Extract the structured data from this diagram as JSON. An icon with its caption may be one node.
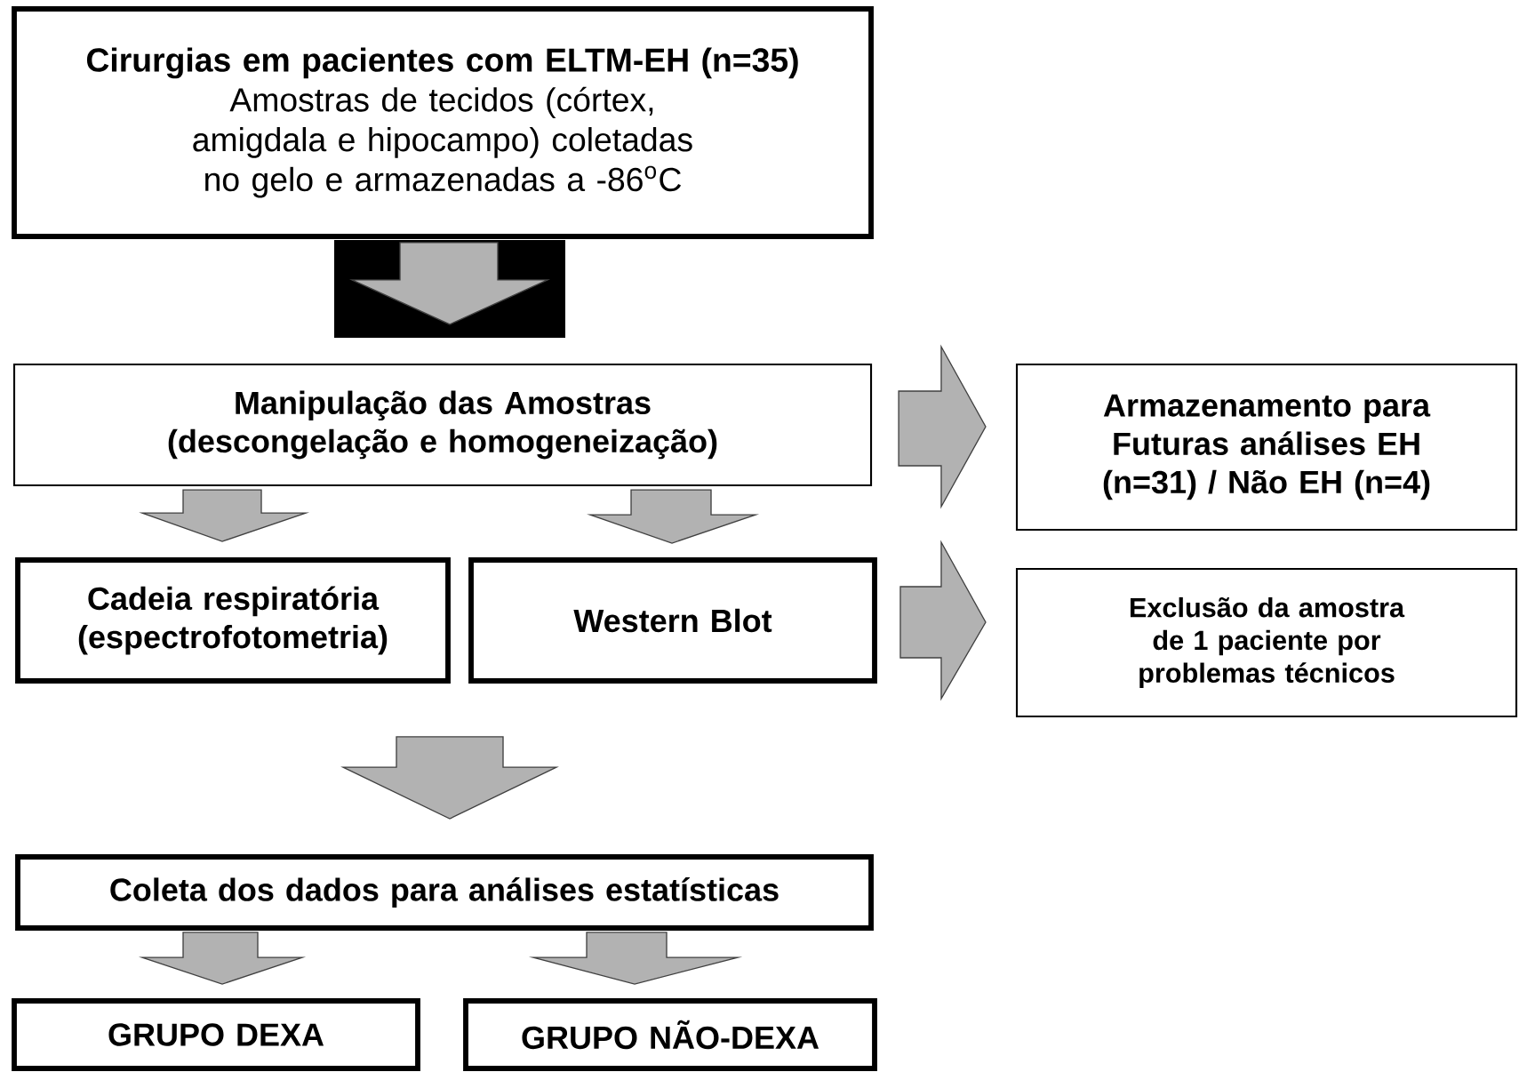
{
  "diagram": {
    "nodes": [
      {
        "text": [
          "Cirurgias em pacientes com ELTM-EH (n=35)",
          "Amostras de tecidos (córtex, amigdala e hipocampo) coletadas no gelo e armazenadas a -86$^{o}$C"
        ]
      },
      {
        "text": [
          "Manipulação das Amostras (descongelação e homogeneização)"
        ]
      },
      {
        "text": [
          "Armazenamento para Futuras análises EH (n=31) / Não EH (n=4)"
        ]
      },
      {
        "text": [
          "Cadeia respiratória (espectrofotometria)"
        ]
      },
      {
        "text": [
          "Western Blot"
        ]
      },
      {
        "text": [
          "Exclusão da amostra de 1 paciente por problemas técnicos"
        ]
      },
      {
        "text": [
          "Coleta dos dados para análises  estatísticas"
        ]
      },
      {
        "text": [
          "GRUPO DEXA"
        ]
      },
      {
        "text": [
          "GRUPO NÃO-DEXA"
        ]
      }
    ],
    "edges": [
      {
        "from": 0,
        "to": 1,
        "arrow": "to"
      },
      {
        "from": 1,
        "to": 2,
        "arrow": "to"
      },
      {
        "from": 1,
        "to": 3,
        "arrow": "to"
      },
      {
        "from": 1,
        "to": 4,
        "arrow": "to"
      },
      {
        "from": 4,
        "to": 5,
        "arrow": "to"
      },
      {
        "from": 3,
        "to": 6,
        "arrow": "to"
      },
      {
        "from": 4,
        "to": 6,
        "arrow": "to"
      },
      {
        "from": 6,
        "to": 7,
        "arrow": "to"
      },
      {
        "from": 6,
        "to": 8,
        "arrow": "to"
      }
    ]
  }
}
